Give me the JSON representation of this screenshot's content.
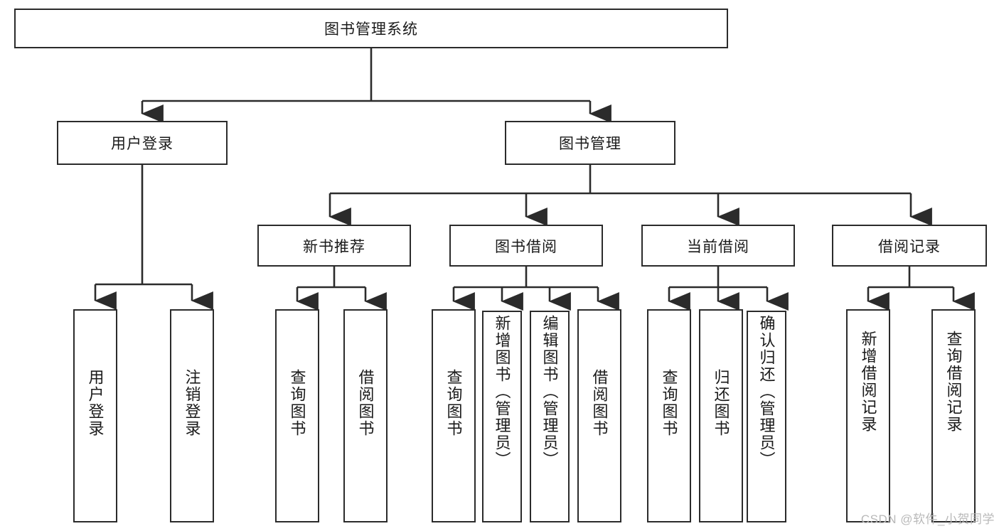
{
  "diagram": {
    "title": "图书管理系统",
    "type": "tree-hierarchy-chart",
    "stroke_color": "#2b2b2b",
    "fill_color": "#ffffff",
    "text_color": "#1a1a1a"
  },
  "watermark": {
    "text": "CSDN @软件_小贺同学",
    "color": "#b9b9b9"
  },
  "nodes": {
    "root": {
      "label": "图书管理系统"
    },
    "level2": [
      {
        "label": "用户登录"
      },
      {
        "label": "图书管理"
      }
    ],
    "level3": [
      {
        "label": "新书推荐"
      },
      {
        "label": "图书借阅"
      },
      {
        "label": "当前借阅"
      },
      {
        "label": "借阅记录"
      }
    ],
    "leaves": [
      {
        "label": "用户登录"
      },
      {
        "label": "注销登录"
      },
      {
        "label": "查询图书"
      },
      {
        "label": "借阅图书"
      },
      {
        "label": "查询图书"
      },
      {
        "label": "新增图书（管理员）"
      },
      {
        "label": "编辑图书（管理员）"
      },
      {
        "label": "借阅图书"
      },
      {
        "label": "查询图书"
      },
      {
        "label": "归还图书"
      },
      {
        "label": "确认归还（管理员）"
      },
      {
        "label": "新增借阅记录"
      },
      {
        "label": "查询借阅记录"
      }
    ]
  }
}
